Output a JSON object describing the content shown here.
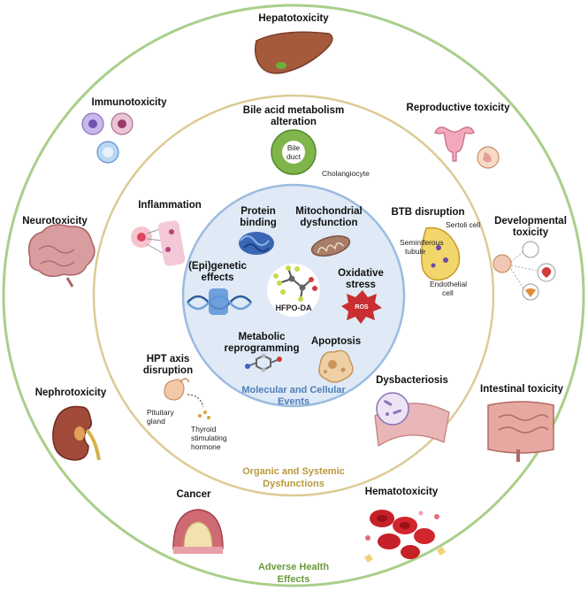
{
  "center": {
    "label": "HFPO-DA"
  },
  "rings": {
    "inner": {
      "line1": "Molecular and Cellular",
      "line2": "Events"
    },
    "middle": {
      "line1": "Organic and Systemic",
      "line2": "Dysfunctions"
    },
    "outer": {
      "line1": "Adverse Health",
      "line2": "Effects"
    }
  },
  "molecular": {
    "protein_binding": {
      "line1": "Protein",
      "line2": "binding"
    },
    "mitochondrial": {
      "line1": "Mitochondrial",
      "line2": "dysfunction"
    },
    "epigenetic": {
      "line1": "(Epi)genetic",
      "line2": "effects"
    },
    "oxidative": {
      "line1": "Oxidative",
      "line2": "stress",
      "ros": "ROS"
    },
    "metabolic": {
      "line1": "Metabolic",
      "line2": "reprogramming"
    },
    "apoptosis": {
      "line1": "Apoptosis"
    }
  },
  "systemic": {
    "bile": {
      "line1": "Bile acid metabolism",
      "line2": "alteration",
      "duct1": "Bile",
      "duct2": "duct",
      "cell": "Cholangiocyte"
    },
    "inflammation": {
      "line1": "Inflammation"
    },
    "btb": {
      "line1": "BTB disruption",
      "sertoli": "Sertoli cell",
      "semi1": "Seminiferous",
      "semi2": "tubule",
      "endo1": "Endothelial",
      "endo2": "cell"
    },
    "hpt": {
      "line1": "HPT axis",
      "line2": "disruption",
      "pit1": "Pituitary",
      "pit2": "gland",
      "tsh1": "Thyroid",
      "tsh2": "stimulating",
      "tsh3": "hormone"
    },
    "dysbacteriosis": {
      "line1": "Dysbacteriosis"
    }
  },
  "adverse": {
    "hepatotoxicity": "Hepatotoxicity",
    "immunotoxicity": "Immunotoxicity",
    "reproductive": "Reproductive toxicity",
    "neurotoxicity": "Neurotoxicity",
    "developmental": {
      "line1": "Developmental",
      "line2": "toxicity"
    },
    "nephrotoxicity": "Nephrotoxicity",
    "intestinal": "Intestinal toxicity",
    "cancer": "Cancer",
    "hematotoxicity": "Hematotoxicity"
  },
  "colors": {
    "outer_ring": "#a9cf8a",
    "middle_ring": "#dccb95",
    "inner_ring": "#9cbbe0",
    "inner_fill": "#dfeaf6"
  }
}
